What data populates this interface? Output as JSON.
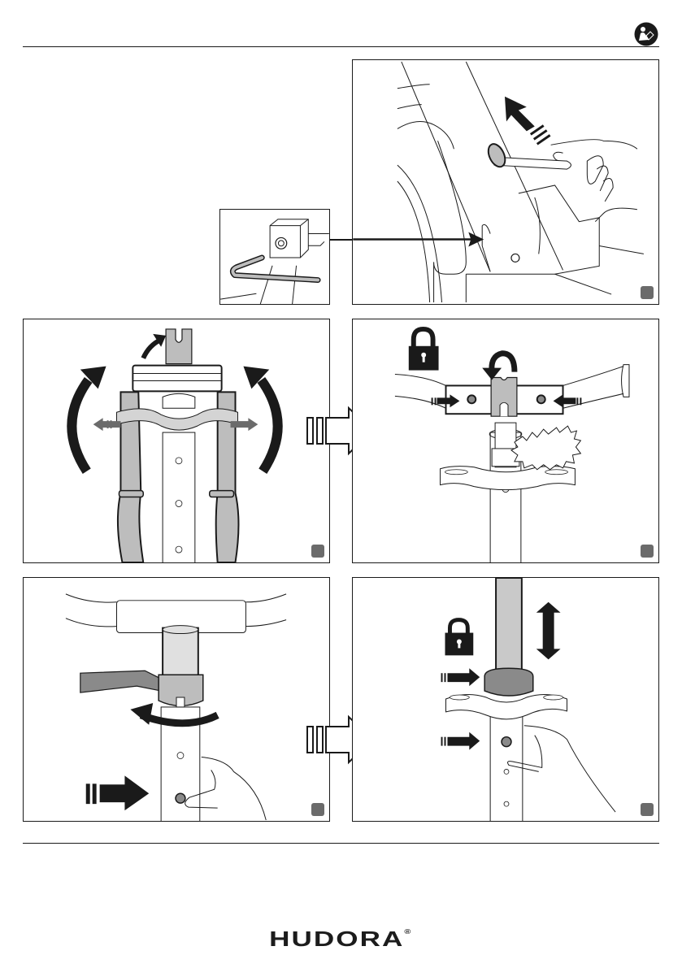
{
  "header": {
    "icon": "read-manual-icon"
  },
  "panels": [
    {
      "id": "panel-1",
      "description": "Press release button on frame and fold up; hex key detail inset",
      "step_badge": "step-marker"
    },
    {
      "id": "panel-2",
      "description": "Unfold handlebar grips outward and upward",
      "step_badge": "step-marker"
    },
    {
      "id": "panel-3",
      "description": "Close handlebar clamp, lock handlebar",
      "step_badge": "step-marker"
    },
    {
      "id": "panel-4",
      "description": "Open quick-release lever and press pin",
      "step_badge": "step-marker"
    },
    {
      "id": "panel-5",
      "description": "Adjust height, lock quick-release and engage pin",
      "step_badge": "step-marker"
    }
  ],
  "inset": {
    "description": "Hex key tightening bolt"
  },
  "flow_arrows": [
    "next-step-arrow",
    "next-step-arrow"
  ],
  "footer": {
    "brand": "HUDORA",
    "registered": "®"
  },
  "colors": {
    "line": "#1a1a1a",
    "grey_part": "#bdbdbd",
    "dark_grey_part": "#8a8a8a",
    "badge": "#6b6b6b"
  }
}
